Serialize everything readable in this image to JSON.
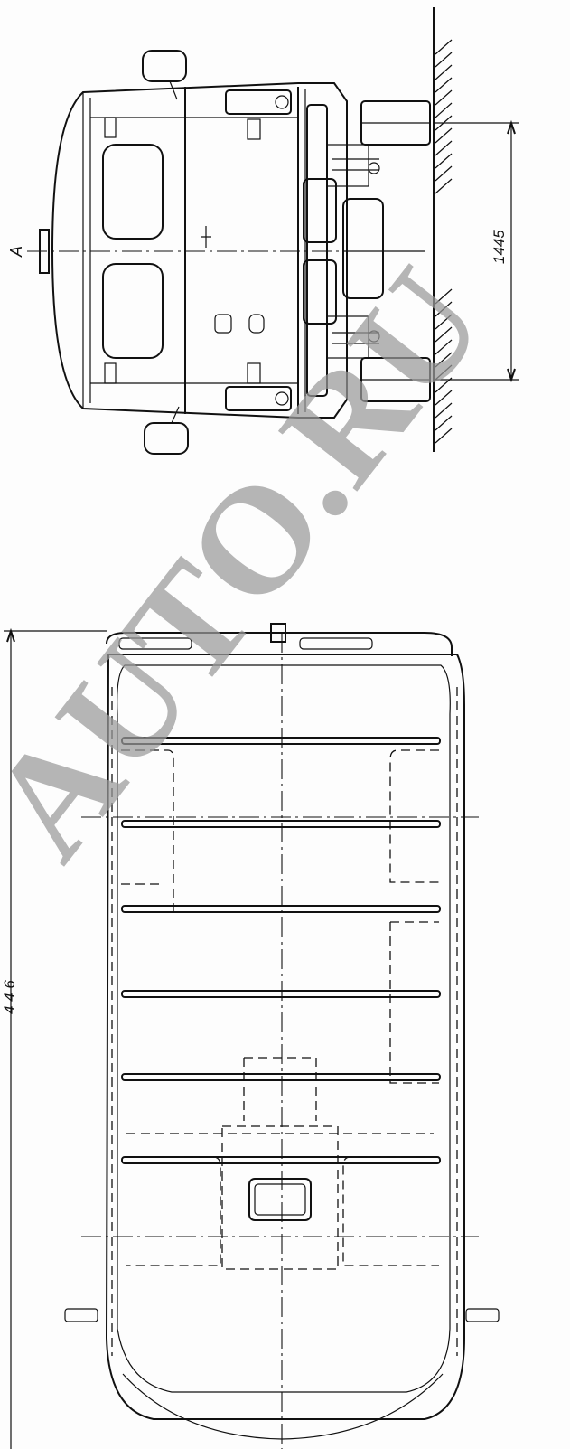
{
  "drawing": {
    "section_label": "A",
    "dimension_track": "1445",
    "dimension_length": "4 4 6"
  },
  "watermark": {
    "text": "AUTO.RU",
    "color": "#9a9a9a"
  }
}
